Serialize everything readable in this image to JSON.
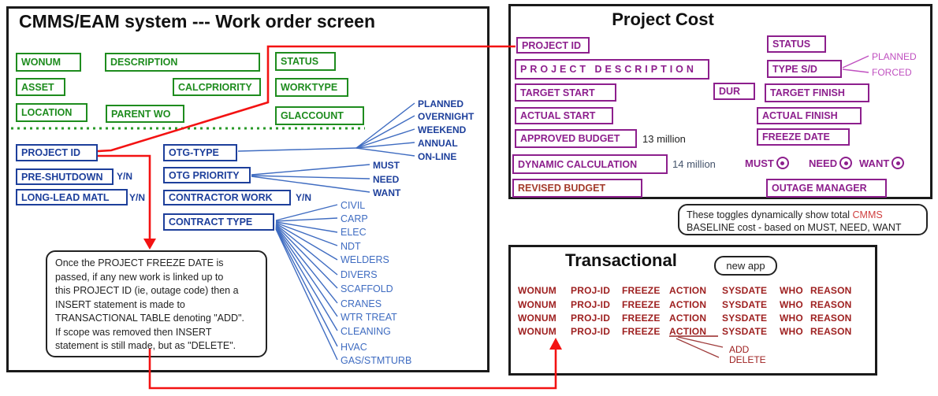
{
  "colors": {
    "green": "#1e8c1e",
    "blue": "#1d3f9b",
    "light_blue": "#3f6cc1",
    "purple": "#8d1f8d",
    "magenta": "#c050c0",
    "dark_red": "#9e2020",
    "arrow_red": "#f31212"
  },
  "left_panel": {
    "title": "CMMS/EAM system --- Work order screen",
    "green_fields": [
      "WONUM",
      "DESCRIPTION",
      "STATUS",
      "ASSET",
      "CALCPRIORITY",
      "WORKTYPE",
      "LOCATION",
      "PARENT WO",
      "GLACCOUNT"
    ],
    "blue_fields": [
      "PROJECT ID",
      "PRE-SHUTDOWN",
      "LONG-LEAD MATL",
      "OTG-TYPE",
      "OTG PRIORITY",
      "CONTRACTOR WORK",
      "CONTRACT TYPE"
    ],
    "yn": "Y/N",
    "otg_type_options": [
      "PLANNED",
      "OVERNIGHT",
      "WEEKEND",
      "ANNUAL",
      "ON-LINE"
    ],
    "otg_priority_options": [
      "MUST",
      "NEED",
      "WANT"
    ],
    "contract_type_options": [
      "CIVIL",
      "CARP",
      "ELEC",
      "NDT",
      "WELDERS",
      "DIVERS",
      "SCAFFOLD",
      "CRANES",
      "WTR TREAT",
      "CLEANING",
      "HVAC",
      "GAS/STMTURB"
    ],
    "note_lines": [
      "Once the PROJECT FREEZE DATE is",
      "passed, if any new work is linked up to",
      "this PROJECT ID (ie, outage code) then a",
      "INSERT statement is made to",
      "TRANSACTIONAL TABLE denoting \"ADD\".",
      "If scope was removed then INSERT",
      "statement is still made, but as \"DELETE\"."
    ]
  },
  "project_cost_panel": {
    "title": "Project Cost",
    "fields": [
      "PROJECT ID",
      "STATUS",
      "PROJECT DESCRIPTION",
      "TYPE S/D",
      "TARGET START",
      "DUR",
      "TARGET FINISH",
      "ACTUAL START",
      "ACTUAL FINISH",
      "APPROVED BUDGET",
      "FREEZE DATE",
      "DYNAMIC CALCULATION",
      "REVISED BUDGET",
      "OUTAGE MANAGER"
    ],
    "type_sd_options": [
      "PLANNED",
      "FORCED"
    ],
    "approved_budget_value": "13 million",
    "dynamic_calculation_value": "14 million",
    "toggles": [
      "MUST",
      "NEED",
      "WANT"
    ]
  },
  "toggles_note": {
    "line1_prefix": "These toggles dynamically show total ",
    "line1_highlight": "CMMS",
    "line2": "BASELINE cost - based on MUST, NEED, WANT"
  },
  "transactional_panel": {
    "title": "Transactional",
    "badge": "new app",
    "columns": [
      "WONUM",
      "PROJ-ID",
      "FREEZE",
      "ACTION",
      "SYSDATE",
      "WHO",
      "REASON"
    ],
    "action_options": [
      "ADD",
      "DELETE"
    ]
  }
}
